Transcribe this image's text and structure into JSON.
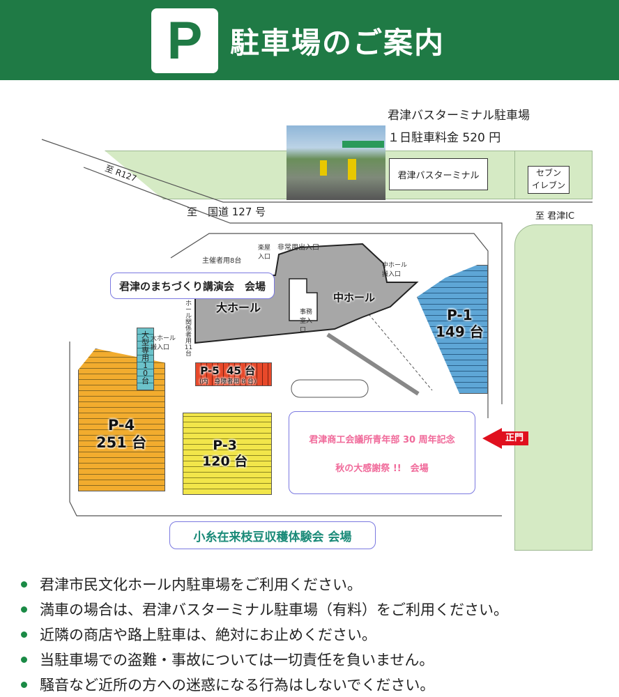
{
  "header": {
    "logo_letter": "P",
    "title": "駐車場のご案内"
  },
  "bus_terminal_parking": {
    "name": "君津バスターミナル駐車場",
    "fee": "１日駐車料金 520 円"
  },
  "map": {
    "labels": {
      "bus_terminal": "君津バスターミナル",
      "seven_eleven": "セブン\nイレブン",
      "to_r127": "至 R127",
      "to_route127": "至　国道 127 号",
      "to_kimitsu_ic": "至 君津IC",
      "emergency_exit": "非常用出入口",
      "backstage_entrance": "楽屋入口",
      "organizer_parking": "主催者用8台",
      "mid_hall_loading": "中ホール搬入口",
      "big_hall": "大ホール",
      "mid_hall": "中ホール",
      "office_entrance": "事務室入口",
      "staff_parking": "ホール関係者用11台",
      "big_hall_loading": "大ホール搬入口",
      "large_vehicle": "大型専用10台",
      "main_gate": "正門"
    },
    "lots": [
      {
        "id": "P-1",
        "count": "149 台"
      },
      {
        "id": "P-3",
        "count": "120 台"
      },
      {
        "id": "P-4",
        "count": "251 台"
      },
      {
        "id": "P-5",
        "count": "45 台",
        "note": "(内　身障者用 8 台)"
      }
    ],
    "venues": {
      "lecture": "君津のまちづくり講演会　会場",
      "festival_line1": "君津商工会議所青年部 30 周年記念",
      "festival_line2": "秋の大感謝祭 !!　会場",
      "edamame": "小糸在来枝豆収穫体験会 会場"
    }
  },
  "bullets": [
    "君津市民文化ホール内駐車場をご利用ください。",
    "満車の場合は、君津バスターミナル駐車場（有料）をご利用ください。",
    "近隣の商店や路上駐車は、絶対にお止めください。",
    "当駐車場での盗難・事故については一切責任を負いません。",
    "騒音など近所の方への迷惑になる行為はしないでください。"
  ],
  "colors": {
    "brand_green": "#1f7a45",
    "main_gate_red": "#e0101e",
    "festival_pink": "#f06a9a"
  }
}
